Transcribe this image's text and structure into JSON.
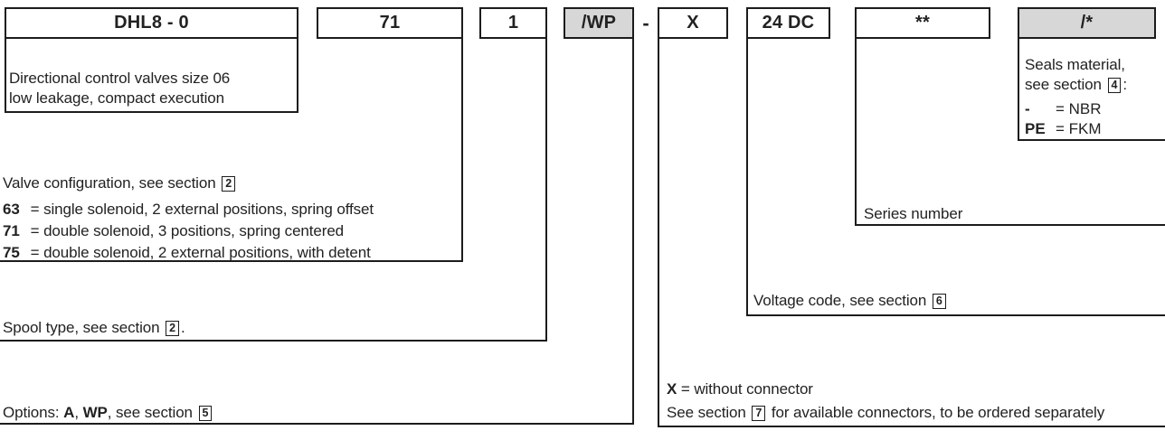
{
  "colors": {
    "gray": "#d7d7d7",
    "line": "#1c1c1c",
    "ink": "#222222"
  },
  "boxes": {
    "model": "DHL8 - 0",
    "config": "71",
    "spool": "1",
    "option": "/WP",
    "dash": "-",
    "connector": "X",
    "voltage": "24 DC",
    "series": "**",
    "seals": "/*"
  },
  "model_desc": {
    "line1": "Directional control valves size 06",
    "line2": "low leakage, compact execution"
  },
  "valve_config": {
    "title": "Valve configuration, see section ",
    "section": "2",
    "rows": [
      {
        "code": "63",
        "desc": "= single solenoid, 2 external positions, spring offset"
      },
      {
        "code": "71",
        "desc": "= double solenoid, 3 positions, spring centered"
      },
      {
        "code": "75",
        "desc": "= double solenoid, 2 external positions, with detent"
      }
    ]
  },
  "spool": {
    "prefix": "Spool type, see section ",
    "section": "2",
    "suffix": "."
  },
  "options": {
    "prefix": "Options: ",
    "opt1": "A",
    "sep": ", ",
    "opt2": "WP",
    "mid": ", see section ",
    "section": "5"
  },
  "connector": {
    "code": "X",
    "rest": " = without connector",
    "line2_prefix": "See section ",
    "section": "7",
    "line2_suffix": " for available connectors, to be ordered separately"
  },
  "voltage": {
    "prefix": "Voltage code, see section ",
    "section": "6"
  },
  "series": {
    "label": "Series number"
  },
  "seals": {
    "line1": "Seals material,",
    "line2_prefix": "see section ",
    "section": "4",
    "line2_suffix": ":",
    "rows": [
      {
        "code": "-",
        "desc": "= NBR"
      },
      {
        "code": "PE",
        "desc": "= FKM"
      }
    ]
  }
}
